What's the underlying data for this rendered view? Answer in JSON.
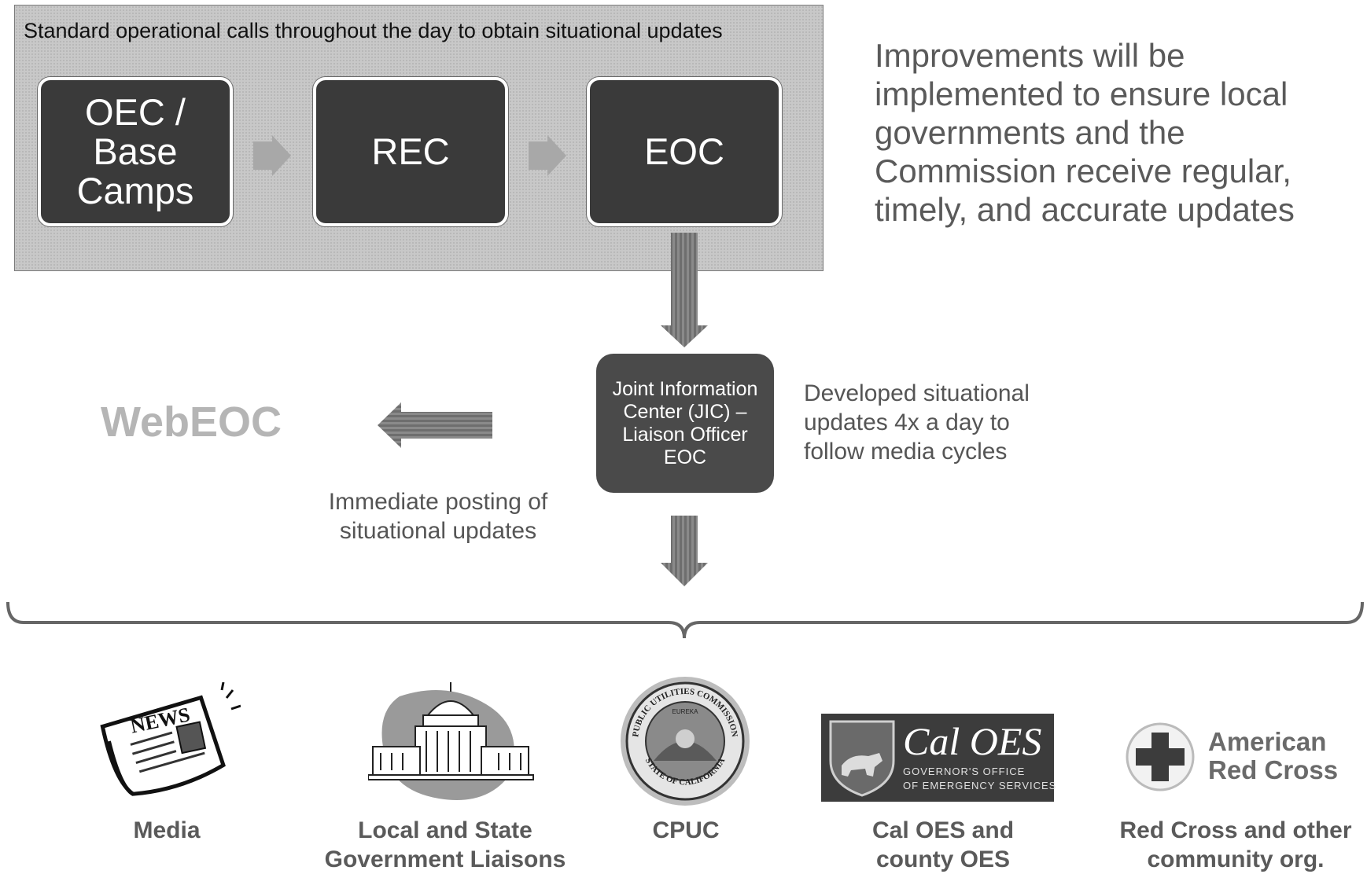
{
  "panel": {
    "caption": "Standard operational calls throughout the day to obtain situational updates",
    "stages": [
      {
        "label": "OEC / Base Camps"
      },
      {
        "label": "REC"
      },
      {
        "label": "EOC"
      }
    ]
  },
  "improvements_text": "Improvements will be implemented to ensure local governments and the Commission receive regular, timely, and accurate updates",
  "jic": {
    "label": "Joint Information Center (JIC) – Liaison Officer EOC"
  },
  "webeoc": {
    "label": "WebEOC"
  },
  "notes": {
    "posting": "Immediate posting of situational updates",
    "developed": "Developed situational updates 4x a day to follow media cycles"
  },
  "audiences": [
    {
      "label": "Media",
      "icon": "newspaper-icon"
    },
    {
      "label": "Local and State Government Liaisons",
      "icon": "capitol-building-icon"
    },
    {
      "label": "CPUC",
      "icon": "cpuc-seal-icon"
    },
    {
      "label": "Cal OES and county OES",
      "icon": "cal-oes-logo"
    },
    {
      "label": "Red Cross and other community org.",
      "icon": "american-red-cross-logo"
    }
  ],
  "logos": {
    "news": "NEWS",
    "seal_top": "PUBLIC UTILITIES COMMISSION",
    "seal_bottom": "STATE OF CALIFORNIA",
    "seal_center": "EUREKA",
    "caloes_title": "Cal OES",
    "caloes_sub1": "GOVERNOR'S OFFICE",
    "caloes_sub2": "OF EMERGENCY SERVICES",
    "redcross_line1": "American",
    "redcross_line2": "Red Cross"
  },
  "colors": {
    "stage_fill": "#3a3a3a",
    "panel_fill": "#c8c8c8",
    "jic_fill": "#4a4a4a",
    "arrow": "#7a7a7a",
    "muted_text": "#5a5a5a",
    "webeoc_text": "#b5b5b5"
  }
}
